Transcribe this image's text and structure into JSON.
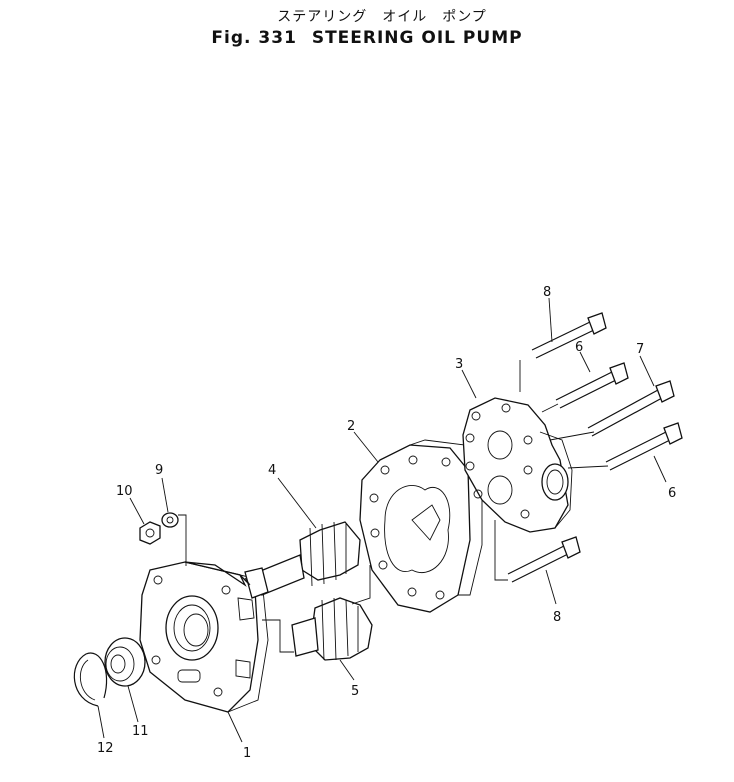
{
  "header": {
    "title_jp": "ステアリング　オイル　ポンプ",
    "fig_label": "Fig. 331",
    "title_en": "STEERING OIL PUMP"
  },
  "callouts": {
    "c1": "1",
    "c2": "2",
    "c3": "3",
    "c4": "4",
    "c5": "5",
    "c6a": "6",
    "c6b": "6",
    "c7": "7",
    "c8a": "8",
    "c8b": "8",
    "c9": "9",
    "c10": "10",
    "c11": "11",
    "c12": "12"
  }
}
